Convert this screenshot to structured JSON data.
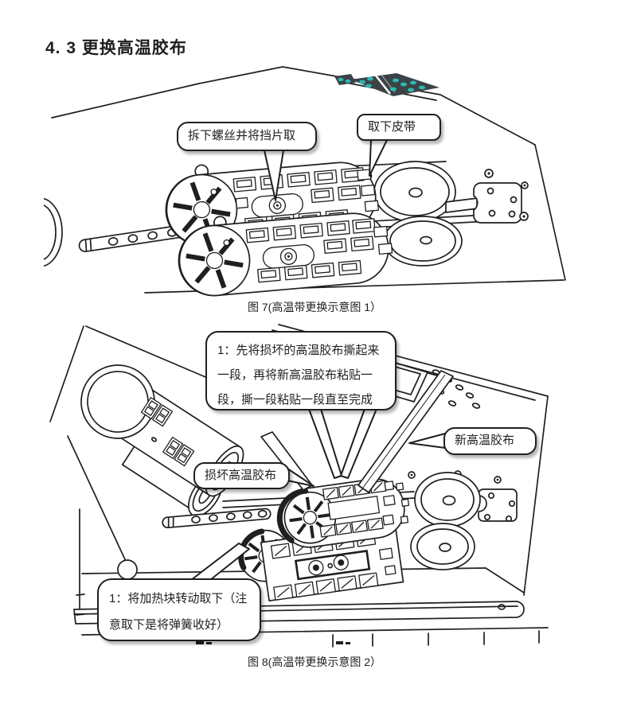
{
  "page": {
    "heading": "4. 3 更换高温胶布"
  },
  "figure7": {
    "caption": "图 7(高温带更换示意图 1）",
    "callout_remove_screw": "拆下螺丝并将挡片取",
    "callout_remove_belt": "取下皮带"
  },
  "figure8": {
    "caption": "图 8(高温带更换示意图 2）",
    "callout_step_tape_line1": "1：先将损坏的高温胶布撕起来",
    "callout_step_tape_line2": "一段，再将新高温胶布粘贴一",
    "callout_step_tape_line3": "段，撕一段粘贴一段直至完成",
    "callout_new_tape": "新高温胶布",
    "callout_damaged_tape": "损坏高温胶布",
    "callout_heater_line1": "1：将加热块转动取下（注",
    "callout_heater_line2": "意取下是将弹簧收好）"
  },
  "colors": {
    "ink": "#1f1f1f",
    "keypad_panel": "#3c4347",
    "keypad_button": "#2ab9b2"
  }
}
